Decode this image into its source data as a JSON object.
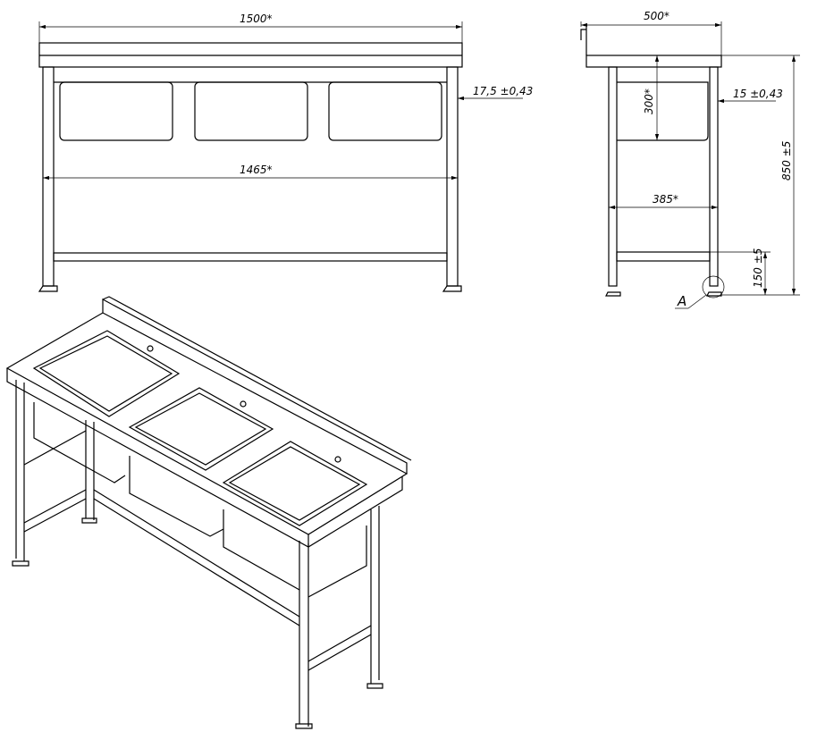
{
  "front_view": {
    "width_overall": "1500*",
    "width_inner": "1465*",
    "edge_offset": "17,5 ±0,43"
  },
  "side_view": {
    "depth_overall": "500*",
    "depth_inner": "385*",
    "bowl_depth": "300*",
    "edge_offset": "15 ±0,43",
    "height": "850 ±5",
    "shelf_height": "150 ±5",
    "detail_label": "A"
  }
}
